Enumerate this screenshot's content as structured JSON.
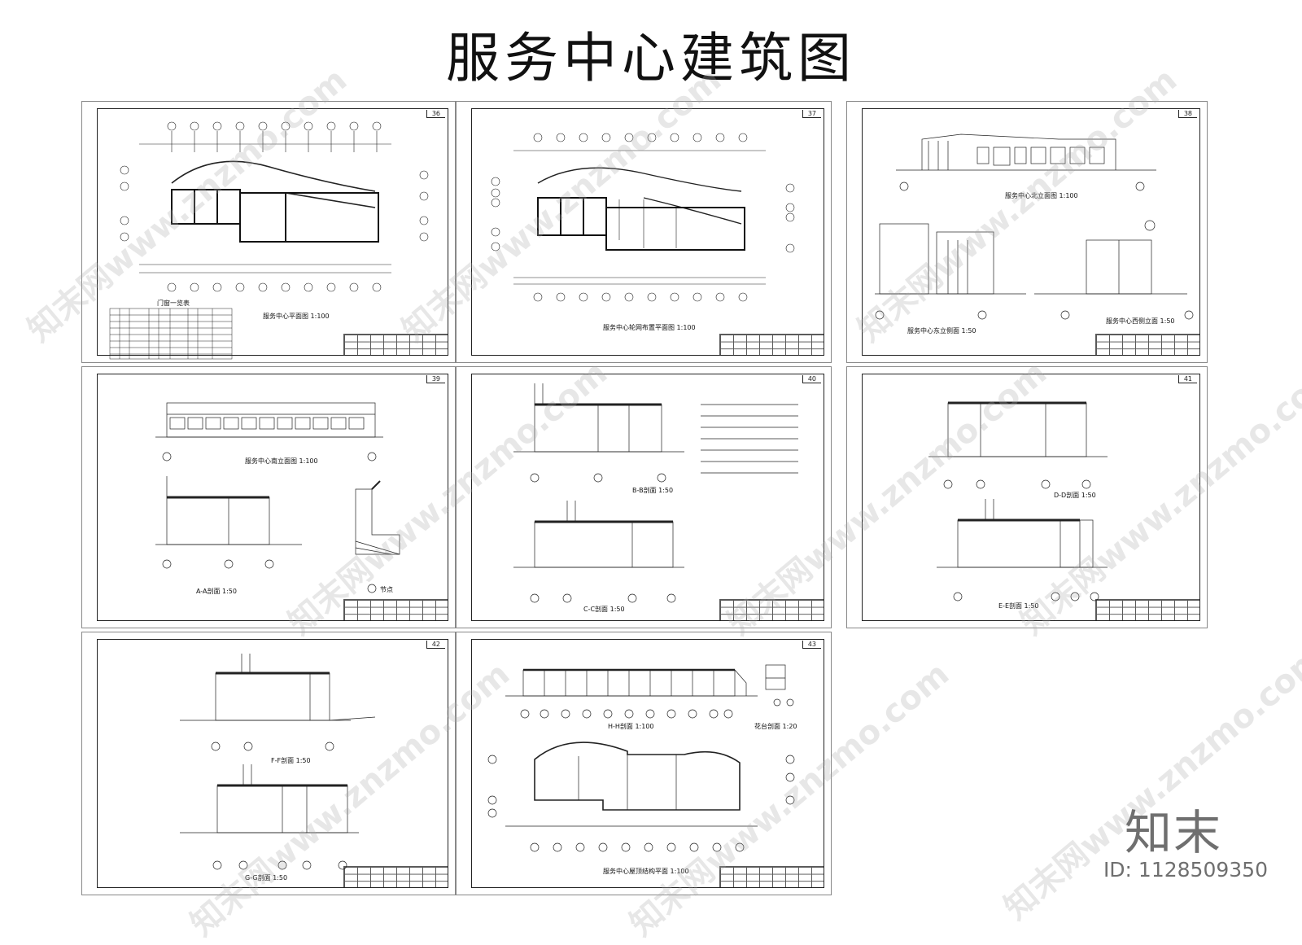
{
  "title": "服务中心建筑图",
  "sheets": [
    {
      "number": "36",
      "caption": "服务中心平面图  1:100",
      "table_title": "门窗一览表"
    },
    {
      "number": "37",
      "caption": "服务中心轮网布置平面图  1:100"
    },
    {
      "number": "38",
      "caption_top": "服务中心北立面图  1:100",
      "caption_left": "服务中心东立侧面  1:50",
      "caption_right": "服务中心西侧立面  1:50"
    },
    {
      "number": "39",
      "caption_top": "服务中心南立面图  1:100",
      "caption_left": "A-A剖面  1:50",
      "caption_right": "节点"
    },
    {
      "number": "40",
      "caption_top": "B-B剖面  1:50",
      "caption_bottom": "C-C剖面  1:50"
    },
    {
      "number": "41",
      "caption_top": "D-D剖面  1:50",
      "caption_bottom": "E-E剖面  1:50"
    },
    {
      "number": "42",
      "caption_top": "F-F剖面  1:50",
      "caption_bottom": "G-G剖面  1:50"
    },
    {
      "number": "43",
      "caption_top": "H-H剖面  1:100",
      "caption_right": "花台剖面  1:20",
      "caption_bottom": "服务中心屋顶结构平面  1:100"
    }
  ],
  "watermark": "知末网www.znzmo.com",
  "brand": "知末",
  "id_label": "ID: 1128509350"
}
